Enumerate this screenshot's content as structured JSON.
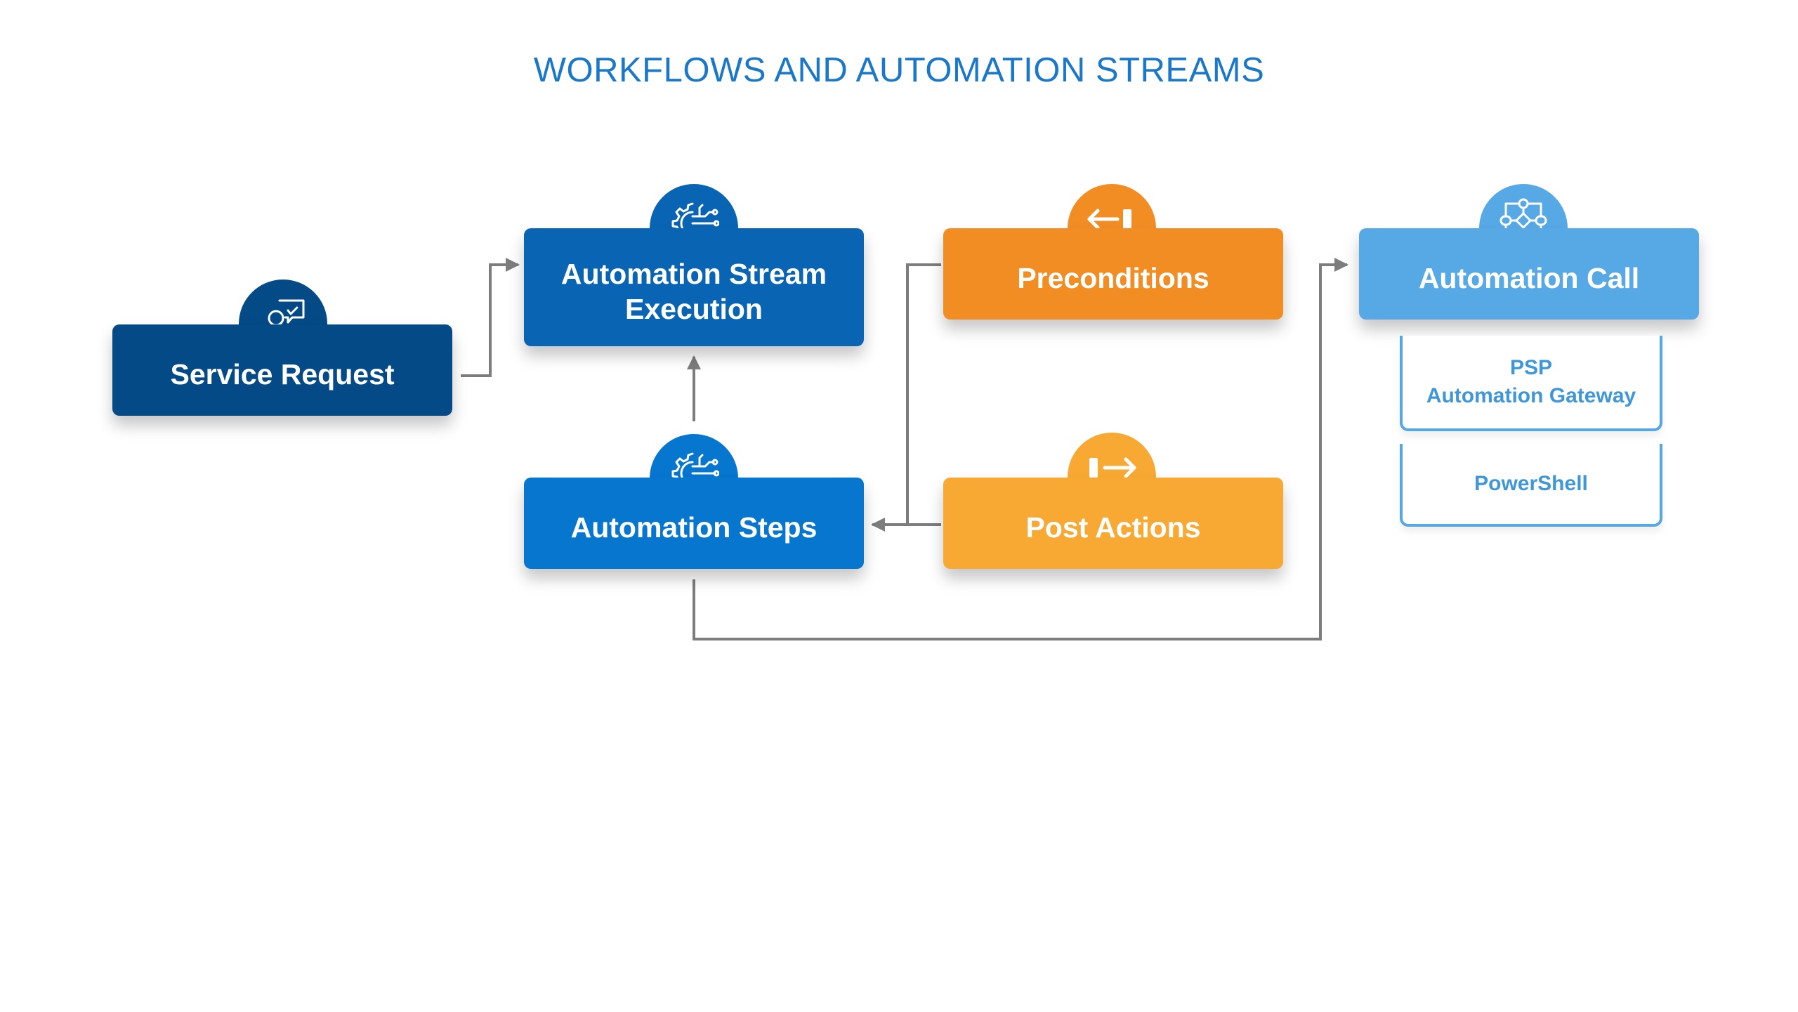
{
  "title": "WORKFLOWS AND AUTOMATION STREAMS",
  "nodes": {
    "service_request": {
      "label": "Service Request",
      "icon": "person-chat-icon",
      "color": "#044a86"
    },
    "stream_execution": {
      "label_line1": "Automation Stream",
      "label_line2": "Execution",
      "icon": "gear-circuit-icon",
      "color": "#0965b3"
    },
    "automation_steps": {
      "label": "Automation Steps",
      "icon": "gear-circuit-icon",
      "color": "#0676cf"
    },
    "preconditions": {
      "label": "Preconditions",
      "icon": "arrow-in-icon",
      "color": "#f28d24"
    },
    "post_actions": {
      "label": "Post Actions",
      "icon": "arrow-out-icon",
      "color": "#f8a933"
    },
    "automation_call": {
      "label": "Automation Call",
      "icon": "process-flow-icon",
      "color": "#57a9e6"
    }
  },
  "automation_call_options": [
    {
      "line1": "PSP",
      "line2": "Automation Gateway"
    },
    {
      "line1": "PowerShell"
    }
  ],
  "connector_color": "#7d7d7d"
}
